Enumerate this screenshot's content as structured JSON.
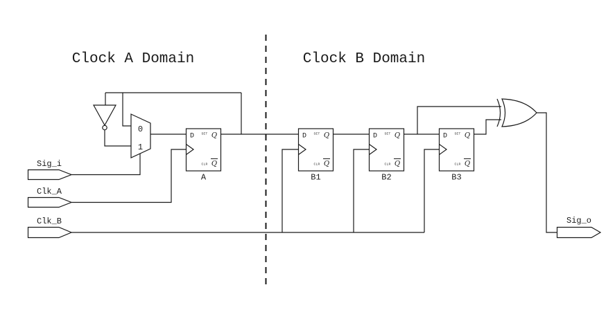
{
  "colors": {
    "line": "#1a1a1a",
    "background": "#ffffff"
  },
  "titles": {
    "domain_a": "Clock A Domain",
    "domain_b": "Clock B Domain"
  },
  "ports": {
    "sig_i": {
      "label": "Sig_i"
    },
    "clk_a": {
      "label": "Clk_A"
    },
    "clk_b": {
      "label": "Clk_B"
    },
    "sig_o": {
      "label": "Sig_o"
    }
  },
  "mux": {
    "sel0": "0",
    "sel1": "1"
  },
  "flipflop_pins": {
    "d": "D",
    "set": "SET",
    "clr": "CLR",
    "q": "Q",
    "qbar": "Q"
  },
  "flipflops": [
    {
      "label": "A"
    },
    {
      "label": "B1"
    },
    {
      "label": "B2"
    },
    {
      "label": "B3"
    }
  ],
  "components": {
    "inverter": "not-gate-icon",
    "mux": "mux-2to1-icon",
    "xor": "xor-gate-icon",
    "separator": "clock-domain-boundary"
  }
}
